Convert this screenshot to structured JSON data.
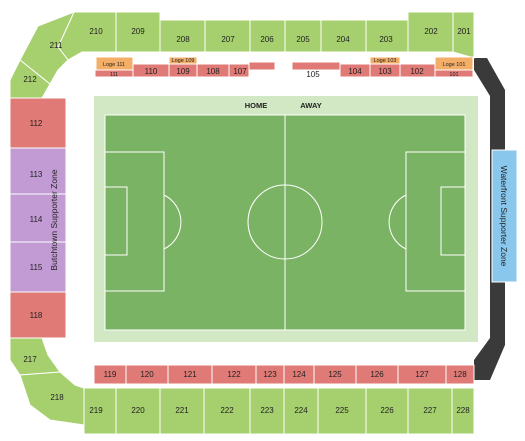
{
  "colors": {
    "upper": "#a6cf6e",
    "lower": "#e07a76",
    "loge": "#f3ae67",
    "supporter_west": "#c29bd4",
    "supporter_east": "#89c8ec",
    "concourse": "#3a3a3a",
    "field_outer": "#d2e8c4",
    "pitch": "#7bb365"
  },
  "field": {
    "home": "HOME",
    "away": "AWAY"
  },
  "zones": {
    "west": "Butchtown Supporter Zone",
    "east": "Waterfront Supporter Zone"
  },
  "upper_north": [
    "210",
    "209",
    "208",
    "207",
    "206",
    "205",
    "204",
    "203",
    "202",
    "201"
  ],
  "upper_west": [
    "211",
    "212"
  ],
  "upper_south": [
    "217",
    "218",
    "219",
    "220",
    "221",
    "222",
    "223",
    "224",
    "225",
    "226",
    "227",
    "228"
  ],
  "lower_north": [
    "110",
    "109",
    "108",
    "107",
    "105",
    "104",
    "103",
    "102"
  ],
  "lower_north_small": [
    "111",
    "101"
  ],
  "loges": [
    "Loge 111",
    "Loge 109",
    "Loge 103",
    "Loge 101"
  ],
  "lower_west": [
    "112",
    "113",
    "114",
    "115",
    "118"
  ],
  "lower_south": [
    "119",
    "120",
    "121",
    "122",
    "123",
    "124",
    "125",
    "126",
    "127",
    "128"
  ]
}
